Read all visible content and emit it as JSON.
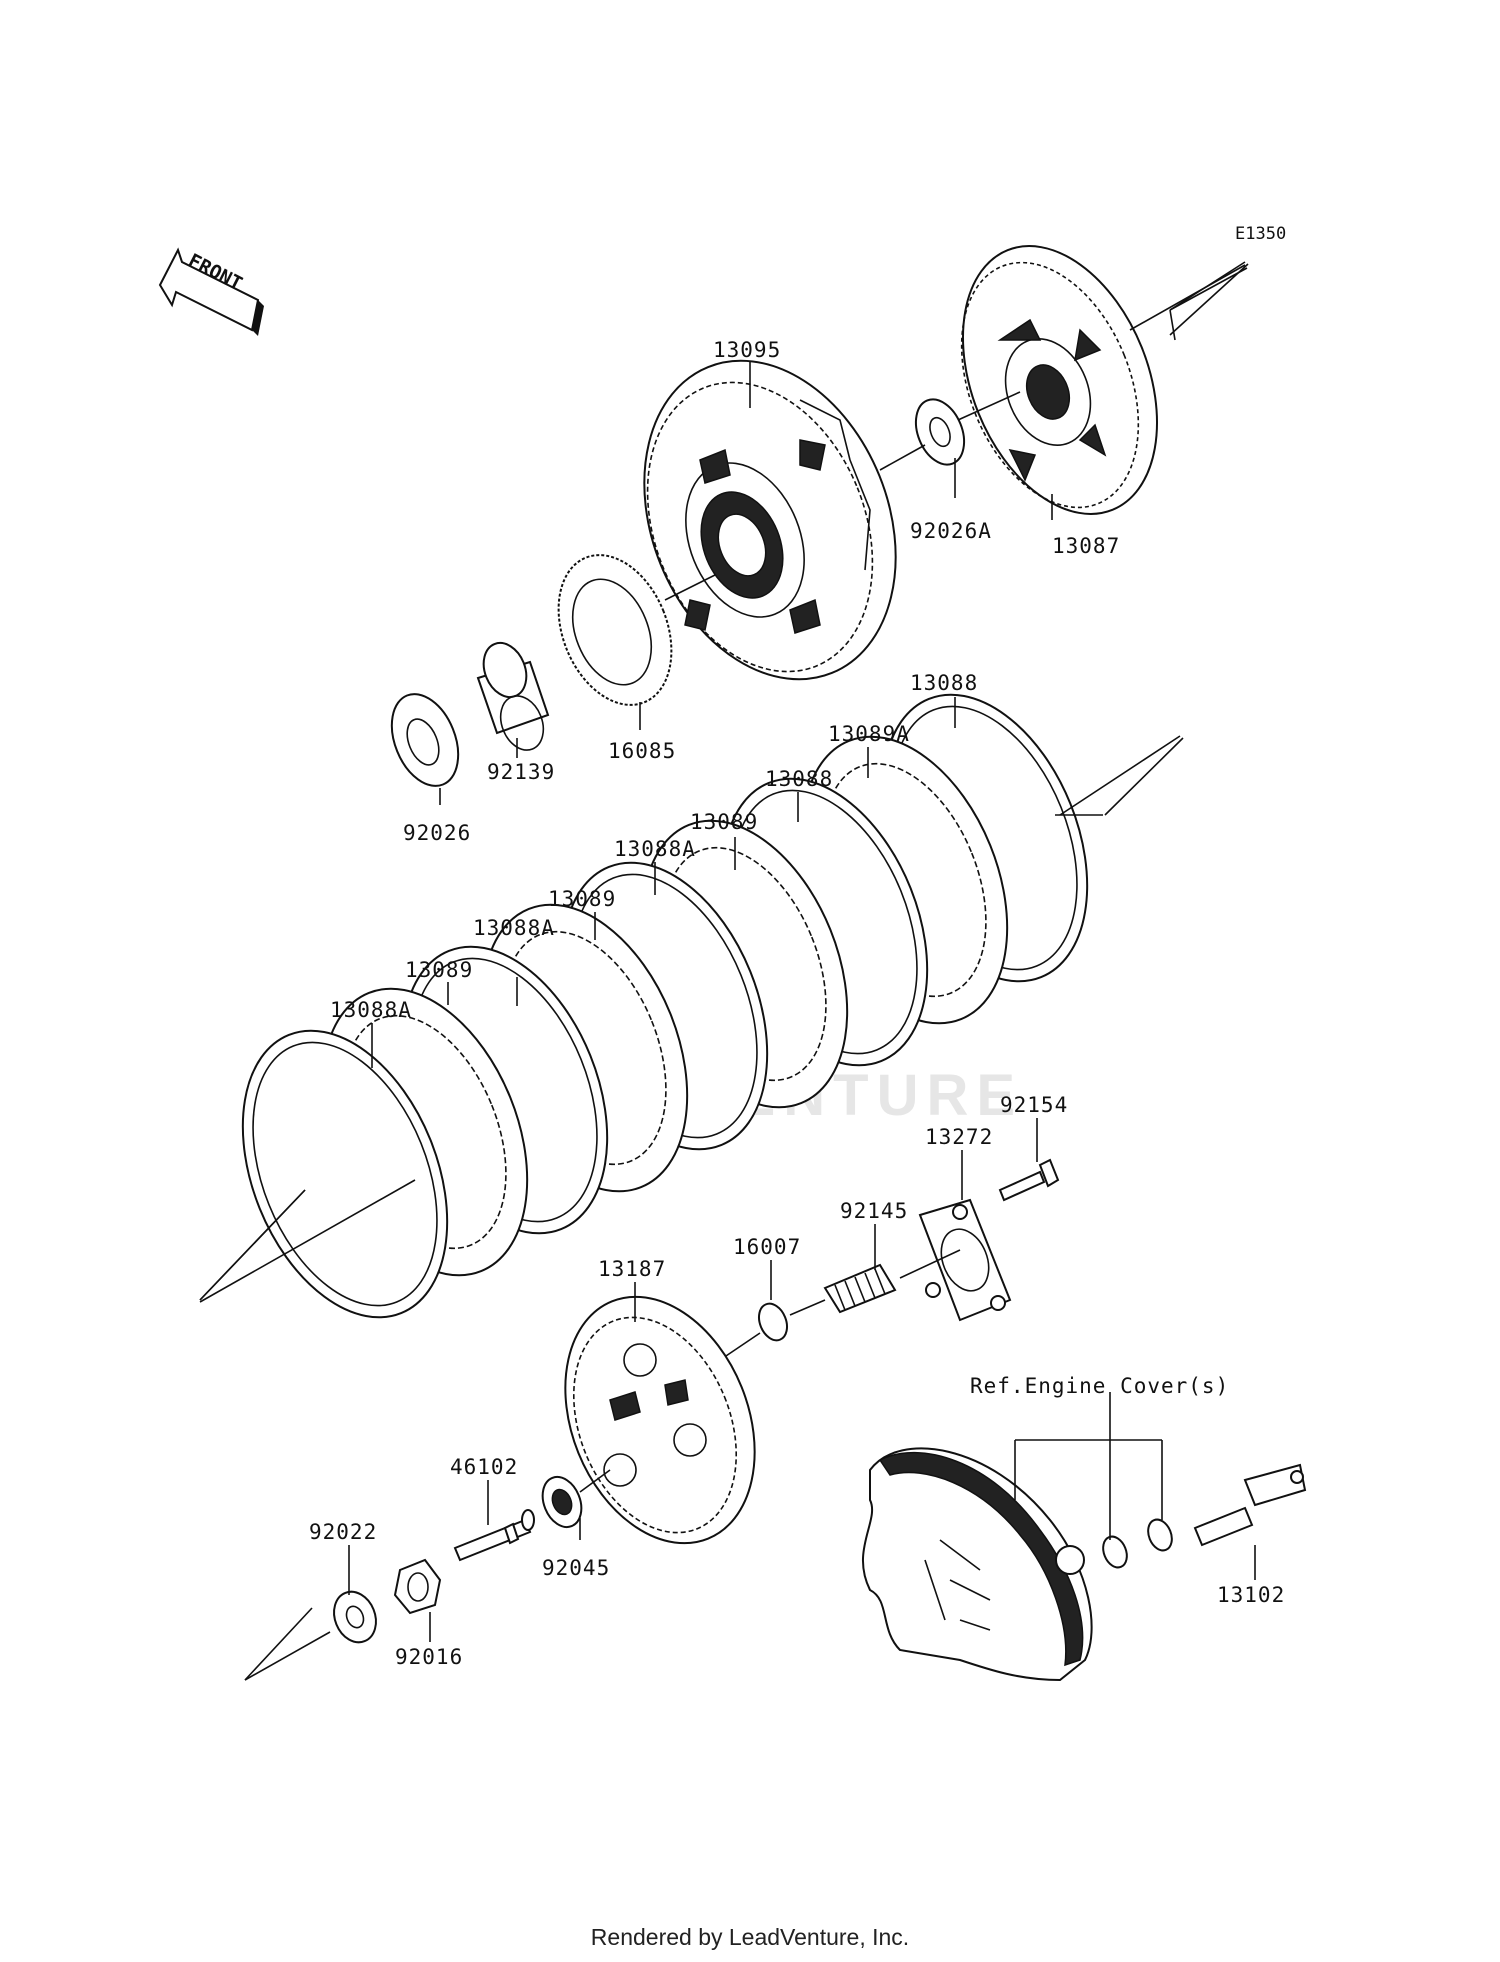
{
  "diagram_code": "E1350",
  "front_label": "FRONT",
  "watermark": "LEADVENTURE",
  "reference_note": "Ref.Engine Cover(s)",
  "footer": "Rendered by LeadVenture, Inc.",
  "parts": {
    "p13095": "13095",
    "p13087": "13087",
    "p92026A": "92026A",
    "p16085": "16085",
    "p92139": "92139",
    "p92026": "92026",
    "p13088_1": "13088",
    "p13089A": "13089A",
    "p13088_2": "13088",
    "p13089_1": "13089",
    "p13088A_1": "13088A",
    "p13089_2": "13089",
    "p13088A_2": "13088A",
    "p13089_3": "13089",
    "p13088A_3": "13088A",
    "p92154": "92154",
    "p13272": "13272",
    "p92145": "92145",
    "p16007": "16007",
    "p13187": "13187",
    "p46102": "46102",
    "p92022": "92022",
    "p92045": "92045",
    "p92016": "92016",
    "p13102": "13102"
  }
}
